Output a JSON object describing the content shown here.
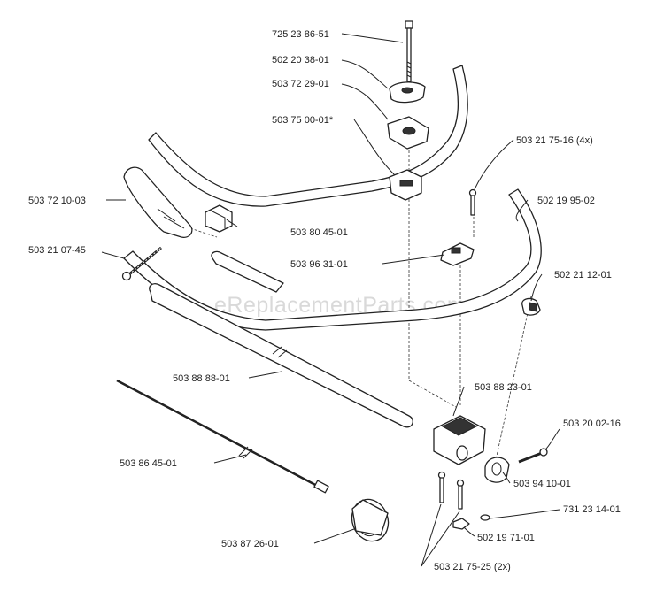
{
  "watermark": "eReplacementParts.com",
  "labels": {
    "bolt_top": "725 23 86-51",
    "clamp_knob": "502 20 38-01",
    "clamp_top": "503 72 29-01",
    "clamp_base": "503 75 00-01*",
    "screw_4x": "503 21 75-16 (4x)",
    "handlebar_front": "502 19 95-02",
    "grip": "503 72 10-03",
    "throttle_bracket": "503 80 45-01",
    "screw_grip": "503 21 07-45",
    "handle_bracket": "503 96 31-01",
    "knob_nut": "502 21 12-01",
    "tube": "503 88 88-01",
    "holder": "503 88 23-01",
    "screw_side": "503 20 02-16",
    "cable": "503 86 45-01",
    "clamp_half": "503 94 10-01",
    "spring_washer": "731 23 14-01",
    "nut": "502 19 71-01",
    "reel": "503 87 26-01",
    "screw_2x": "503 21 75-25 (2x)"
  }
}
